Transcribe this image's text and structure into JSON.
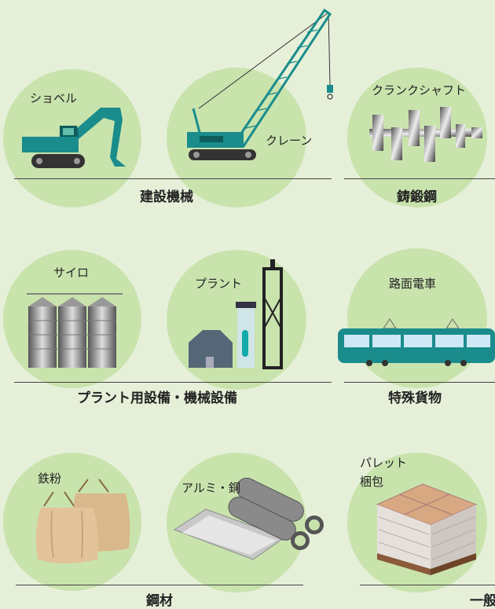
{
  "colors": {
    "background": "#e6f0d9",
    "circle": "#c9e3ad",
    "machinery_teal": "#1a8c8c",
    "rule": "#444444"
  },
  "sections": [
    {
      "category": "建設機械",
      "items": [
        {
          "label": "ショベル",
          "icon": "excavator-icon"
        },
        {
          "label": "クレーン",
          "icon": "crane-icon"
        }
      ]
    },
    {
      "category": "鋳鍛鋼",
      "items": [
        {
          "label": "クランクシャフト",
          "icon": "crankshaft-icon"
        }
      ]
    },
    {
      "category": "プラント用設備・機械設備",
      "items": [
        {
          "label": "サイロ",
          "icon": "silo-icon"
        },
        {
          "label": "プラント",
          "icon": "plant-icon"
        }
      ]
    },
    {
      "category": "特殊貨物",
      "items": [
        {
          "label": "路面電車",
          "icon": "tram-icon"
        }
      ]
    },
    {
      "category": "鋼材",
      "items": [
        {
          "label": "鉄粉",
          "icon": "iron-powder-bags-icon"
        },
        {
          "label": "アルミ・銅",
          "icon": "aluminum-copper-pipes-icon"
        }
      ]
    },
    {
      "category": "一般",
      "items": [
        {
          "label_line1": "パレット",
          "label_line2": "梱包",
          "icon": "pallet-package-icon"
        }
      ]
    }
  ]
}
